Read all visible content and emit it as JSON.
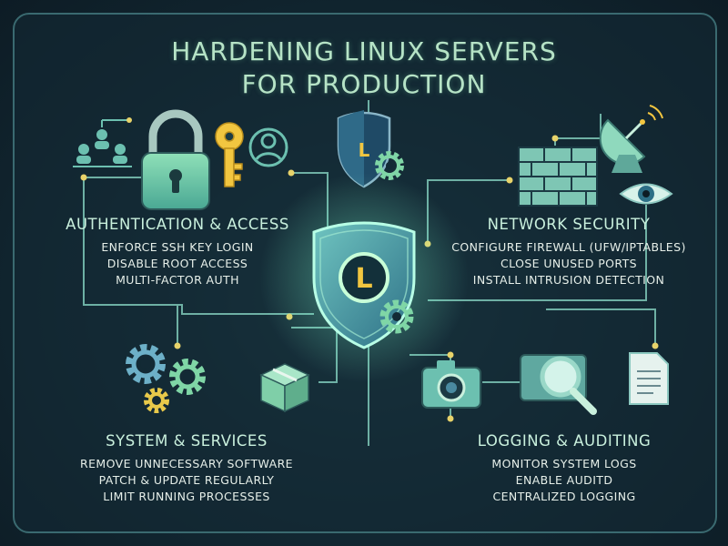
{
  "title": {
    "line1": "HARDENING LINUX SERVERS",
    "line2": "FOR PRODUCTION"
  },
  "center": {
    "shield_letter": "L",
    "badge_letter": "L"
  },
  "sections": {
    "auth": {
      "title": "AUTHENTICATION & ACCESS",
      "items": [
        "ENFORCE SSH KEY LOGIN",
        "DISABLE ROOT ACCESS",
        "MULTI-FACTOR AUTH"
      ]
    },
    "network": {
      "title": "NETWORK SECURITY",
      "items": [
        "CONFIGURE FIREWALL (UFW/IPTABLES)",
        "CLOSE UNUSED PORTS",
        "INSTALL INTRUSION DETECTION"
      ]
    },
    "system": {
      "title": "SYSTEM & SERVICES",
      "items": [
        "REMOVE UNNECESSARY SOFTWARE",
        "PATCH & UPDATE REGULARLY",
        "LIMIT RUNNING PROCESSES"
      ]
    },
    "logging": {
      "title": "LOGGING & AUDITING",
      "items": [
        "MONITOR SYSTEM LOGS",
        "ENABLE AUDITD",
        "CENTRALIZED LOGGING"
      ]
    }
  },
  "icons": [
    "user-network-icon",
    "padlock-icon",
    "key-icon",
    "user-icon",
    "shield-badge-icon",
    "gear-icon",
    "firewall-icon",
    "satellite-dish-icon",
    "eye-icon",
    "central-shield-icon",
    "gears-icon",
    "package-box-icon",
    "camera-icon",
    "magnifier-icon",
    "document-icon"
  ],
  "colors": {
    "accent_green": "#7fd6a6",
    "title_text": "#b6e3c6",
    "line_color": "#7ec8b8",
    "node_yellow": "#e8d36a",
    "gold": "#f2c640"
  }
}
